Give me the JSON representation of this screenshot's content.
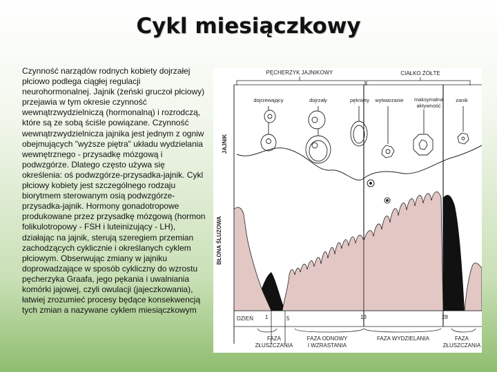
{
  "slide": {
    "title": "Cykl miesiączkowy",
    "body": "Czynność narządów rodnych kobiety dojrzałej płciowo podlega ciągłej regulacji neurohormonalnej. Jajnik (żeński gruczoł płciowy) przejawia w tym okresie czynność wewnątrzwydzielniczą (hormonalną) i rozrodczą, które są ze sobą ściśle powiązane. Czynność wewnątrzwydzielnicza jajnika jest jednym z ogniw obejmujących \"wyższe piętra\" układu wydzielania wewnętrznego - przysadkę mózgową i podwzgórze. Dlatego często używa się określenia: oś podwzgórze-przysadka-jajnik. Cykl płciowy kobiety jest szczególnego rodzaju biorytmem sterowanym osią podwzgórze-przysadka-jajnik. Hormony gonadotropowe produkowane przez przysadkę mózgową (hormon folikulotropowy - FSH i luteinizujący - LH), działając na jajnik, sterują szeregiem przemian zachodzących cyklicznie i określanych cyklem płciowym. Obserwując zmiany w jajniku doprowadzające w sposób cykliczny do wzrostu pęcherzyka Graafa, jego pękania i uwalniania komórki jajowej, czyli owulacji (jajeczkowania), łatwiej zrozumieć procesy będące konsekwencją tych zmian a nazywane cyklem miesiączkowym"
  },
  "diagram": {
    "header_follicle": "PĘCHERZYK JAJNIKOWY",
    "header_corpus": "CIAŁKO ŻÓŁTE",
    "stage_maturing": "dojrzewający",
    "stage_mature": "dojrzały",
    "stage_ruptured": "pęknięty",
    "stage_forming": "wytwarzanie",
    "stage_max_1": "maksymalna",
    "stage_max_2": "aktywność",
    "stage_decline": "zanik",
    "row_ovary": "JAJNIK",
    "row_mucosa": "BŁONA ŚLUZOWA",
    "day_label": "DZIEŃ",
    "day_1": "1",
    "day_5": "5",
    "day_13": "13",
    "day_28": "28",
    "phase_shedding_1_a": "FAZA",
    "phase_shedding_1_b": "ZŁUSZCZANIA",
    "phase_regen_a": "FAZA ODNOWY",
    "phase_regen_b": "I WZRASTANIA",
    "phase_secretory": "FAZA WYDZIELANIA",
    "phase_shedding_2_a": "FAZA",
    "phase_shedding_2_b": "ZŁUSZCZANIA",
    "mucosa_fill_color": "#e2c7c5",
    "necrotic_fill_color": "#111111"
  }
}
